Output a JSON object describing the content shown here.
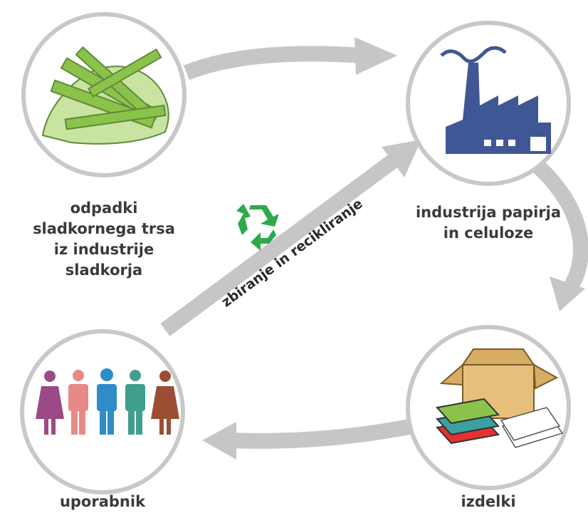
{
  "nodes": {
    "bagasse": {
      "label_lines": [
        "odpadki",
        "sladkornega trsa",
        "iz industrije",
        "sladkorja"
      ]
    },
    "industry": {
      "label_lines": [
        "industrija papirja",
        "in celuloze"
      ]
    },
    "products": {
      "label_lines": [
        "izdelki"
      ]
    },
    "users": {
      "label_lines": [
        "uporabnik"
      ]
    }
  },
  "arrow_label": "zbiranje in recikliranje",
  "icons": [
    "sugarcane-bagasse-icon",
    "factory-icon",
    "box-books-paper-icon",
    "people-icon",
    "recycle-icon"
  ],
  "colors": {
    "circle_stroke": "#c8c8c8",
    "arrow": "#c6c6c6",
    "factory": "#3f5795",
    "cane": "#8bc34a",
    "recycle": "#2eaa4a",
    "people": [
      "#9b4a86",
      "#e58a86",
      "#2e8cc8",
      "#3f9f8c",
      "#9a4e34"
    ]
  }
}
